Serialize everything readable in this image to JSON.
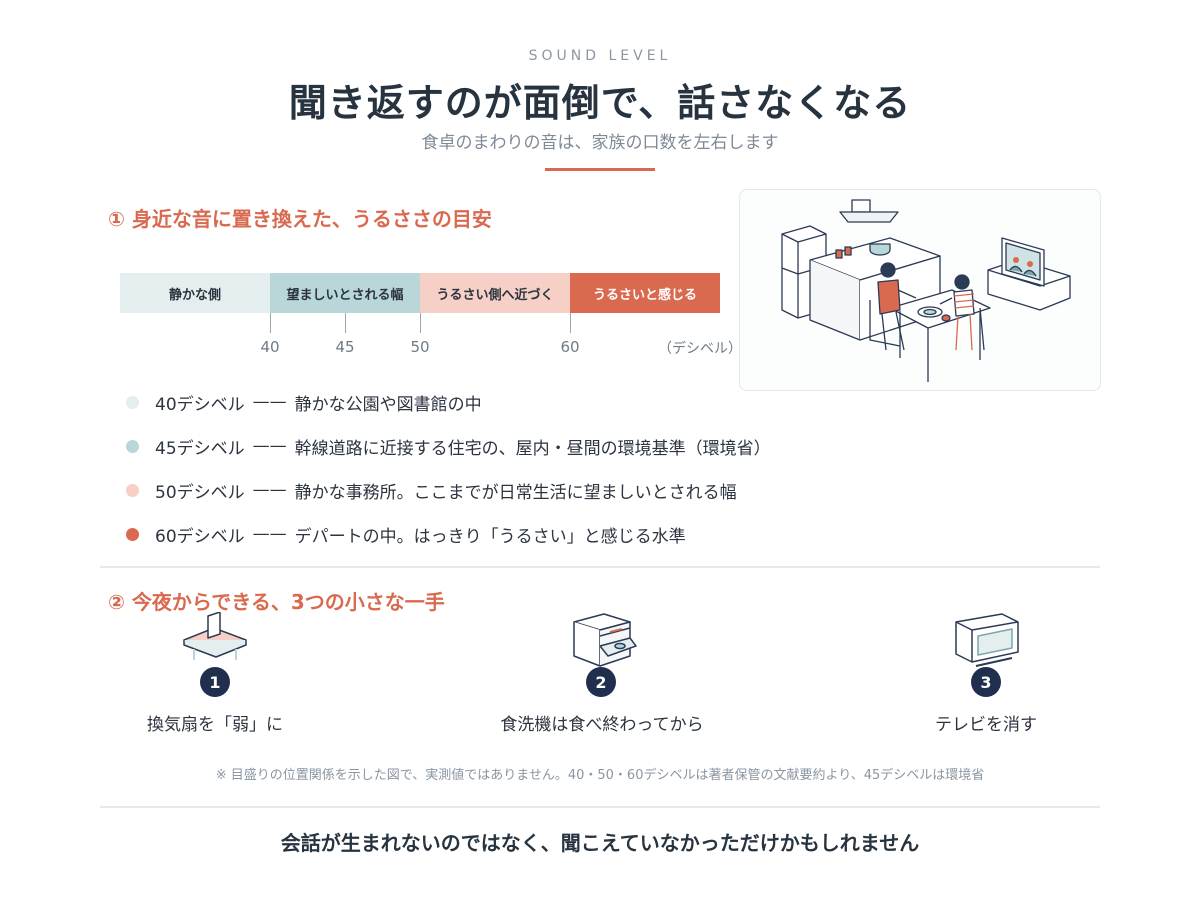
{
  "header": {
    "eyebrow": "SOUND LEVEL",
    "title": "聞き返すのが面倒で、話さなくなる",
    "subtitle": "食卓のまわりの音は、家族の口数を左右します"
  },
  "section1": {
    "heading": "① 身近な音に置き換えた、うるささの目安",
    "bands": [
      {
        "label": "静かな側",
        "from": 30,
        "to": 40,
        "color": "#e4eeee"
      },
      {
        "label": "望ましいとされる幅",
        "from": 40,
        "to": 50,
        "color": "#b9d6d8"
      },
      {
        "label": "うるさい側へ近づく",
        "from": 50,
        "to": 60,
        "color": "#f6cfc6"
      },
      {
        "label": "うるさいと感じる",
        "from": 60,
        "to": 70,
        "color": "#d9694f"
      }
    ],
    "ticks": [
      "40",
      "45",
      "50",
      "60"
    ],
    "tick_values": [
      40,
      45,
      50,
      60
    ],
    "unit": "（デシベル）",
    "scale_range": [
      30,
      70
    ]
  },
  "legend": [
    {
      "level": "40デシベル",
      "dash": "——",
      "text": "静かな公園や図書館の中",
      "color": "#e4eeee"
    },
    {
      "level": "45デシベル",
      "dash": "——",
      "text": "幹線道路に近接する住宅の、屋内・昼間の環境基準（環境省）",
      "color": "#b9d6d8"
    },
    {
      "level": "50デシベル",
      "dash": "——",
      "text": "静かな事務所。ここまでが日常生活に望ましいとされる幅",
      "color": "#f6cfc6"
    },
    {
      "level": "60デシベル",
      "dash": "——",
      "text": "デパートの中。はっきり「うるさい」と感じる水準",
      "color": "#d9694f"
    }
  ],
  "section2": {
    "heading": "② 今夜からできる、3つの小さな一手",
    "actions": [
      {
        "number": "1",
        "label": "換気扇を「弱」に",
        "icon": "range-hood-icon"
      },
      {
        "number": "2",
        "label": "食洗機は食べ終わってから",
        "icon": "dishwasher-icon"
      },
      {
        "number": "3",
        "label": "テレビを消す",
        "icon": "tv-icon"
      }
    ]
  },
  "note": "※ 目盛りの位置関係を示した図で、実測値ではありません。40・50・60デシベルは著者保管の文献要約より、45デシベルは環境省",
  "closing": "会話が生まれないのではなく、聞こえていなかっただけかもしれません",
  "colors": {
    "accent": "#d9694f",
    "navy": "#1f2f4d",
    "teal": "#b9d6d8",
    "line": "#2b3a55"
  }
}
